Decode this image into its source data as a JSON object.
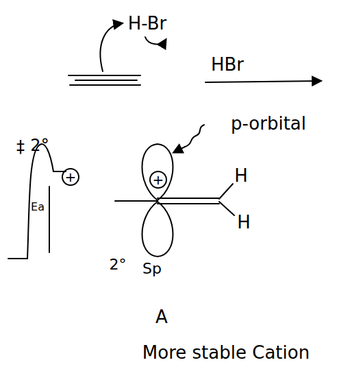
{
  "diagram": {
    "labels": [
      "H-Br",
      "HBr",
      "‡",
      "2°",
      "+",
      "Ea",
      "+",
      "H",
      "H",
      "p-orbital",
      "2°",
      "Sp",
      "A",
      "More stable Cation"
    ]
  }
}
